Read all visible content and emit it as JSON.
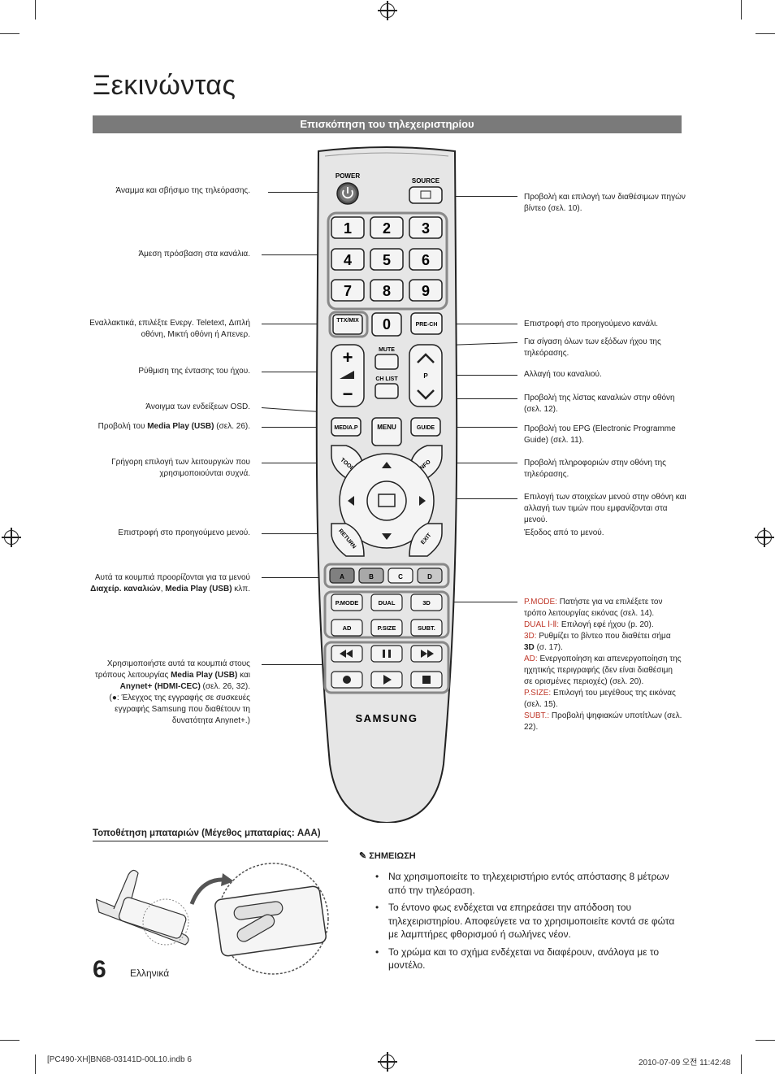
{
  "page": {
    "title": "Ξεκινώντας",
    "section_title": "Επισκόπηση του τηλεχειριστηρίου",
    "page_number": "6",
    "language": "Ελληνικά"
  },
  "left_labels": [
    {
      "text": "Άναμμα και σβήσιμο της τηλεόρασης."
    },
    {
      "text": "Άμεση πρόσβαση στα κανάλια."
    },
    {
      "text": "Εναλλακτικά, επιλέξτε Ενεργ. Teletext, Διπλή οθόνη, Μικτή οθόνη ή Απενερ."
    },
    {
      "text": "Ρύθμιση της έντασης του ήχου."
    },
    {
      "text": "Άνοιγμα των ενδείξεων OSD."
    },
    {
      "pre": "Προβολή του ",
      "bold": "Media Play (USB)",
      "post": " (σελ. 26)."
    },
    {
      "text": "Γρήγορη επιλογή των λειτουργιών που χρησιμοποιούνται συχνά."
    },
    {
      "text": "Επιστροφή στο προηγούμενο μενού."
    },
    {
      "pre": "Αυτά τα κουμπιά προορίζονται για τα μενού ",
      "bold": "Διαχείρ. καναλιών",
      "mid": ", ",
      "bold2": "Media Play (USB)",
      "post": " κλπ."
    },
    {
      "pre": "Χρησιμοποιήστε αυτά τα κουμπιά στους τρόπους λειτουργίας ",
      "bold": "Media Play (USB)",
      "mid": " και ",
      "bold2": "Anynet+ (HDMI-CEC)",
      "post": " (σελ. 26, 32).",
      "extra": "(●: Έλεγχος της εγγραφής σε συσκευές εγγραφής Samsung που διαθέτουν τη δυνατότητα Anynet+.)"
    }
  ],
  "right_labels": [
    {
      "text": "Προβολή και επιλογή των διαθέσιμων πηγών βίντεο (σελ. 10)."
    },
    {
      "text": "Επιστροφή στο προηγούμενο κανάλι."
    },
    {
      "text": "Για σίγαση όλων των εξόδων ήχου της τηλεόρασης."
    },
    {
      "text": "Αλλαγή του καναλιού."
    },
    {
      "text": "Προβολή της λίστας καναλιών στην οθόνη (σελ. 12)."
    },
    {
      "text": "Προβολή του EPG (Electronic Programme Guide) (σελ. 11)."
    },
    {
      "text": "Προβολή πληροφοριών στην οθόνη της τηλεόρασης."
    },
    {
      "text": "Επιλογή των στοιχείων μενού στην οθόνη και αλλαγή των τιμών που εμφανίζονται στα μενού."
    },
    {
      "text": "Έξοδος από το μενού."
    }
  ],
  "function_notes": [
    {
      "key": "P.MODE:",
      "text": " Πατήστε για να επιλέξετε τον τρόπο λειτουργίας εικόνας (σελ. 14)."
    },
    {
      "key": "DUAL Ⅰ-Ⅱ:",
      "text": " Επιλογή εφέ ήχου (p. 20)."
    },
    {
      "key": "3D:",
      "text": " Ρυθμίζει το βίντεο που διαθέτει σήμα ",
      "bold": "3D",
      "post": " (σ. 17)."
    },
    {
      "key": "AD:",
      "text": " Ενεργοποίηση και απενεργοποίηση της ηχητικής περιγραφής (δεν είναι διαθέσιμη σε ορισμένες περιοχές) (σελ. 20)."
    },
    {
      "key": "P.SIZE:",
      "text": " Επιλογή του μεγέθους της εικόνας (σελ. 15)."
    },
    {
      "key": "SUBT.:",
      "text": " Προβολή ψηφιακών υποτίτλων (σελ. 22)."
    }
  ],
  "remote": {
    "power": "POWER",
    "source": "SOURCE",
    "digits": [
      "1",
      "2",
      "3",
      "4",
      "5",
      "6",
      "7",
      "8",
      "9"
    ],
    "zero": "0",
    "ttx": "TTX/MIX",
    "prech": "PRE-CH",
    "mute": "MUTE",
    "chlist": "CH LIST",
    "p": "P",
    "mediap": "MEDIA.P",
    "menu": "MENU",
    "guide": "GUIDE",
    "tools": "TOOLS",
    "info": "INFO",
    "return": "RETURN",
    "exit": "EXIT",
    "colors": [
      "A",
      "B",
      "C",
      "D"
    ],
    "row1": [
      "P.MODE",
      "DUAL",
      "3D"
    ],
    "row2": [
      "AD",
      "P.SIZE",
      "SUBT."
    ],
    "brand": "SAMSUNG"
  },
  "battery": {
    "title": "Τοποθέτηση μπαταριών (Μέγεθος μπαταρίας: AAA)"
  },
  "note": {
    "heading": "ΣΗΜΕΙΩΣΗ",
    "items": [
      "Να χρησιμοποιείτε το τηλεχειριστήριο εντός απόστασης 8 μέτρων από την τηλεόραση.",
      "Το έντονο φως ενδέχεται να επηρεάσει την απόδοση του τηλεχειριστηρίου. Αποφεύγετε να το χρησιμοποιείτε κοντά σε φώτα με λαμπτήρες φθορισμού ή σωλήνες νέον.",
      "Το χρώμα και το σχήμα ενδέχεται να διαφέρουν, ανάλογα με το μοντέλο."
    ]
  },
  "footer": {
    "file": "[PC490-XH]BN68-03141D-00L10.indb   6",
    "date": "2010-07-09   오전 11:42:48"
  },
  "colors": {
    "accent": "#c0392b",
    "section_bar": "#7a7a7a",
    "remote_body": "#e6e6e6",
    "color_button_dark": "#808080"
  }
}
